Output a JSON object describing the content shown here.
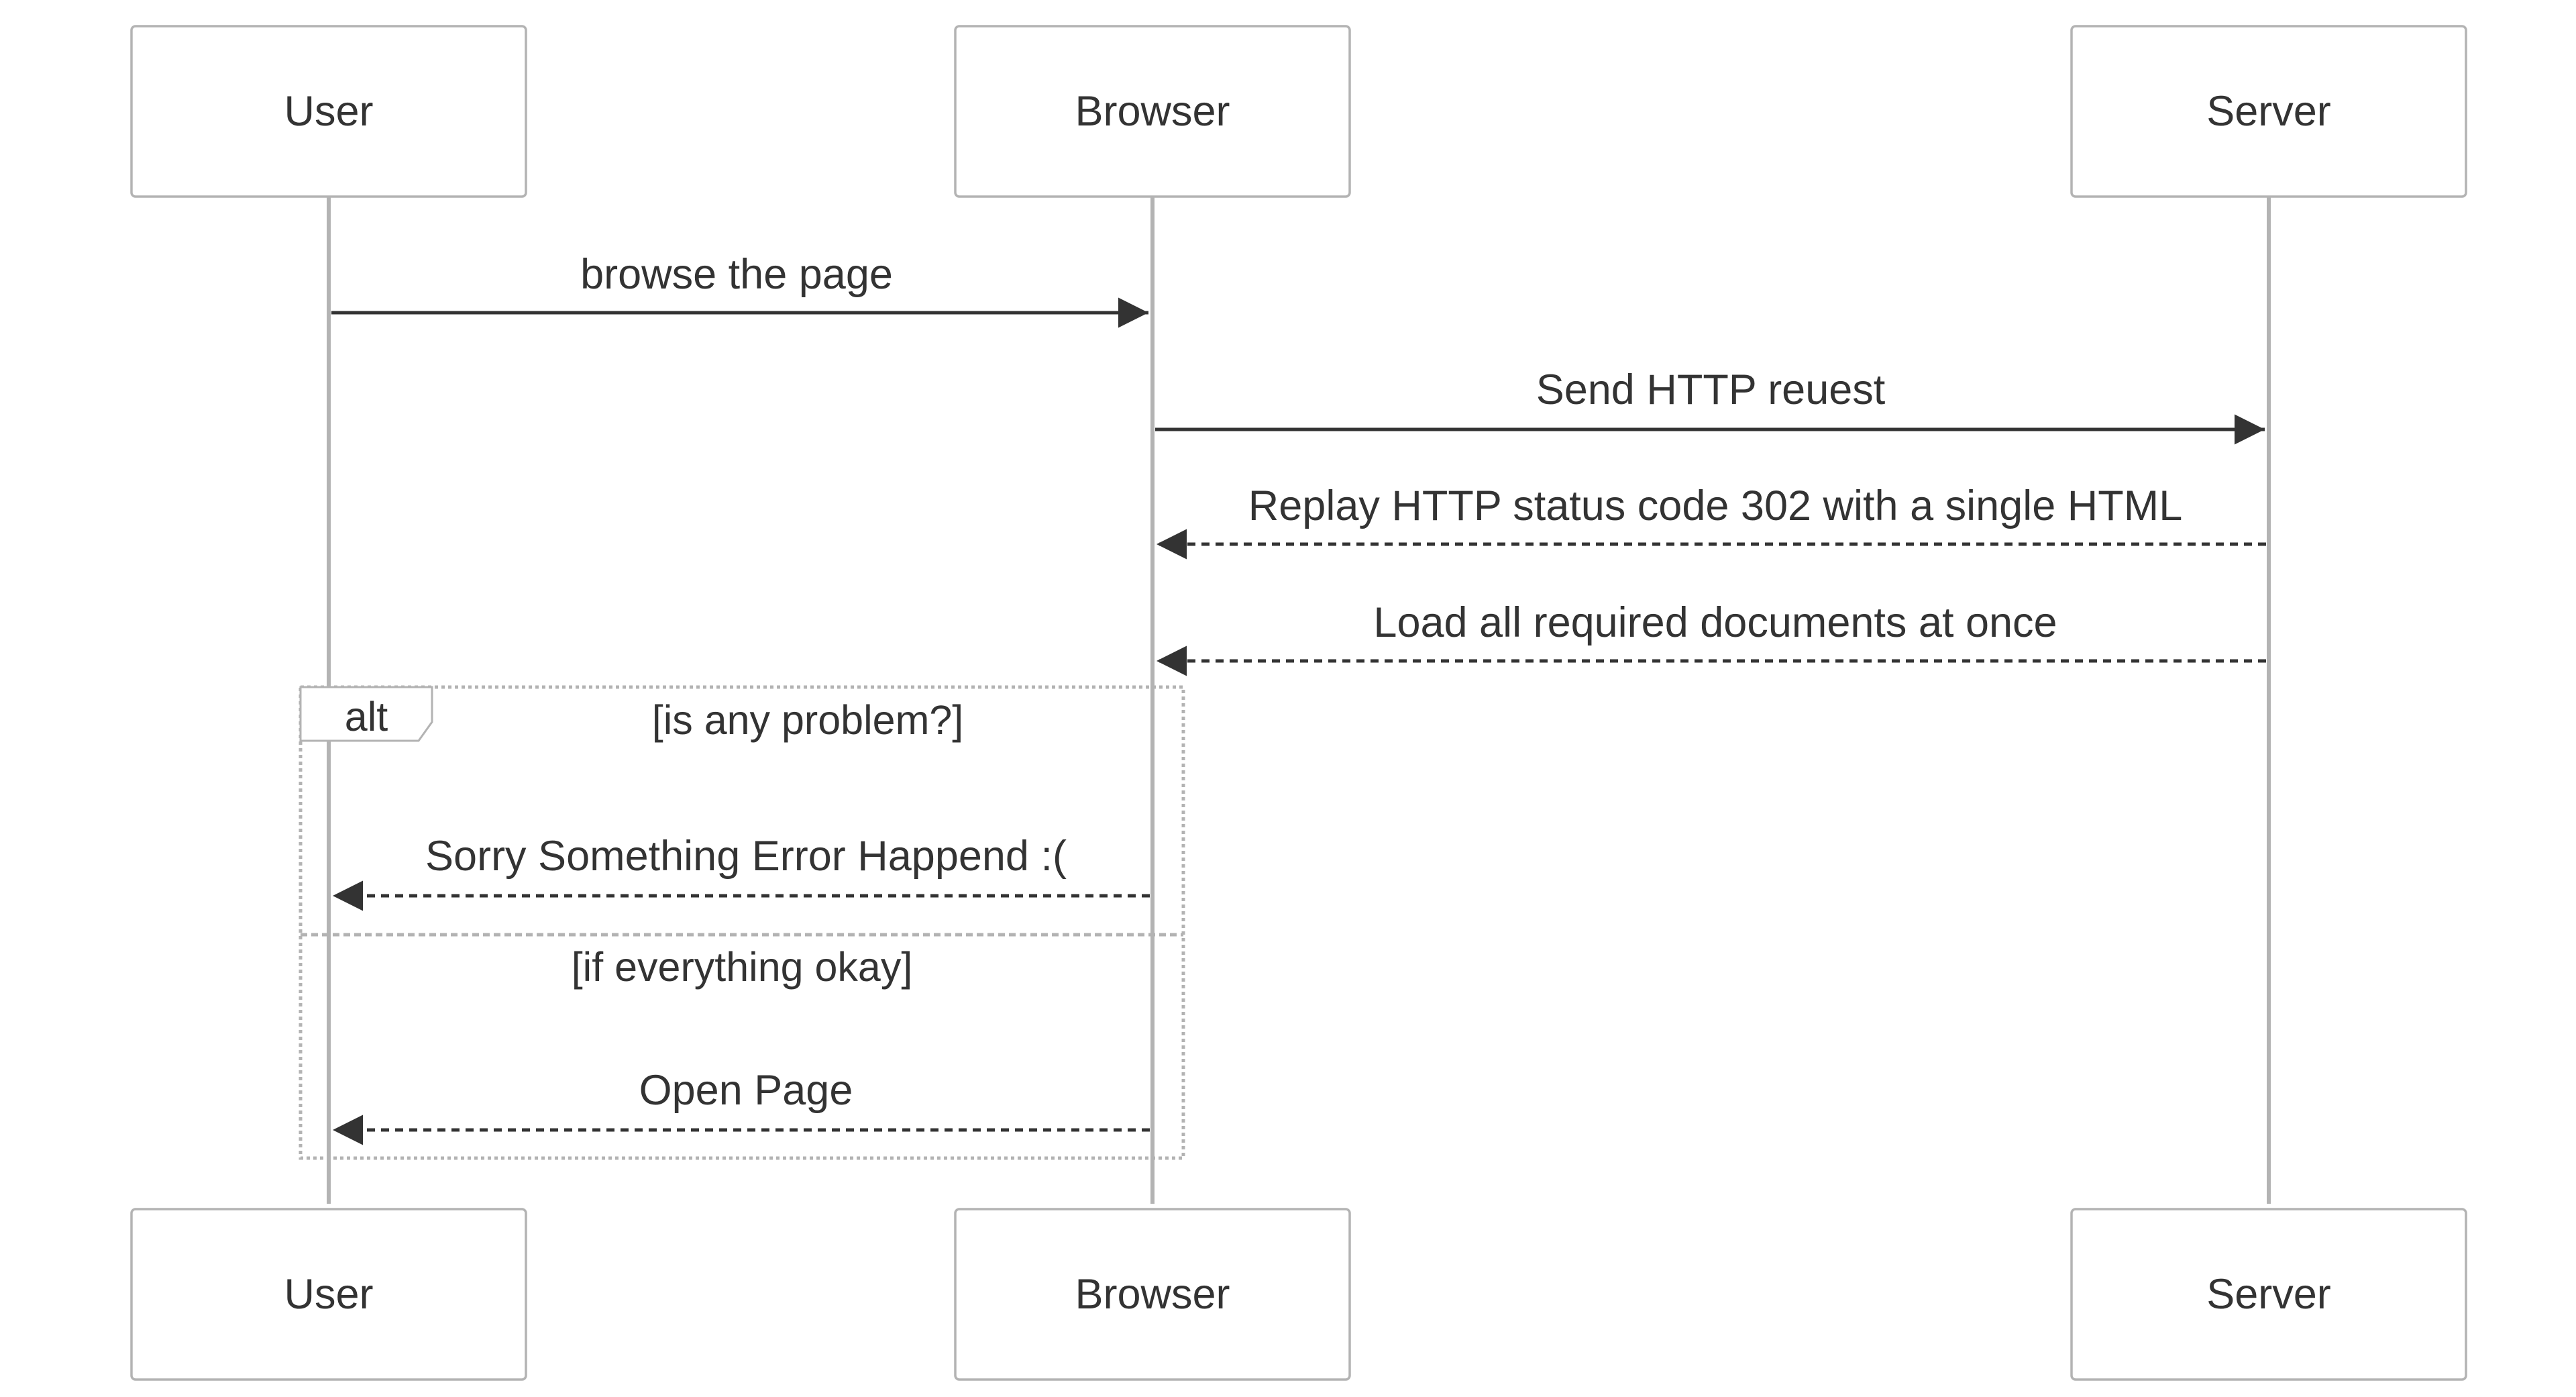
{
  "participants": [
    {
      "id": "user",
      "label": "User"
    },
    {
      "id": "browser",
      "label": "Browser"
    },
    {
      "id": "server",
      "label": "Server"
    }
  ],
  "messages": [
    {
      "from": "user",
      "to": "browser",
      "label": "browse the page",
      "line": "solid"
    },
    {
      "from": "browser",
      "to": "server",
      "label": "Send HTTP reuest",
      "line": "solid"
    },
    {
      "from": "server",
      "to": "browser",
      "label": "Replay HTTP status code 302 with a single HTML",
      "line": "dotted"
    },
    {
      "from": "server",
      "to": "browser",
      "label": "Load all required documents at once",
      "line": "dotted"
    },
    {
      "from": "browser",
      "to": "user",
      "label": "Sorry Something Error Happend :(",
      "line": "dotted"
    },
    {
      "from": "browser",
      "to": "user",
      "label": "Open Page",
      "line": "dotted"
    }
  ],
  "alt_frame": {
    "keyword": "alt",
    "conditions": [
      "[is any problem?]",
      "[if everything okay]"
    ]
  },
  "colors": {
    "line": "#333333",
    "box_border": "#b3b3b3",
    "text": "#333333",
    "background": "#ffffff"
  }
}
